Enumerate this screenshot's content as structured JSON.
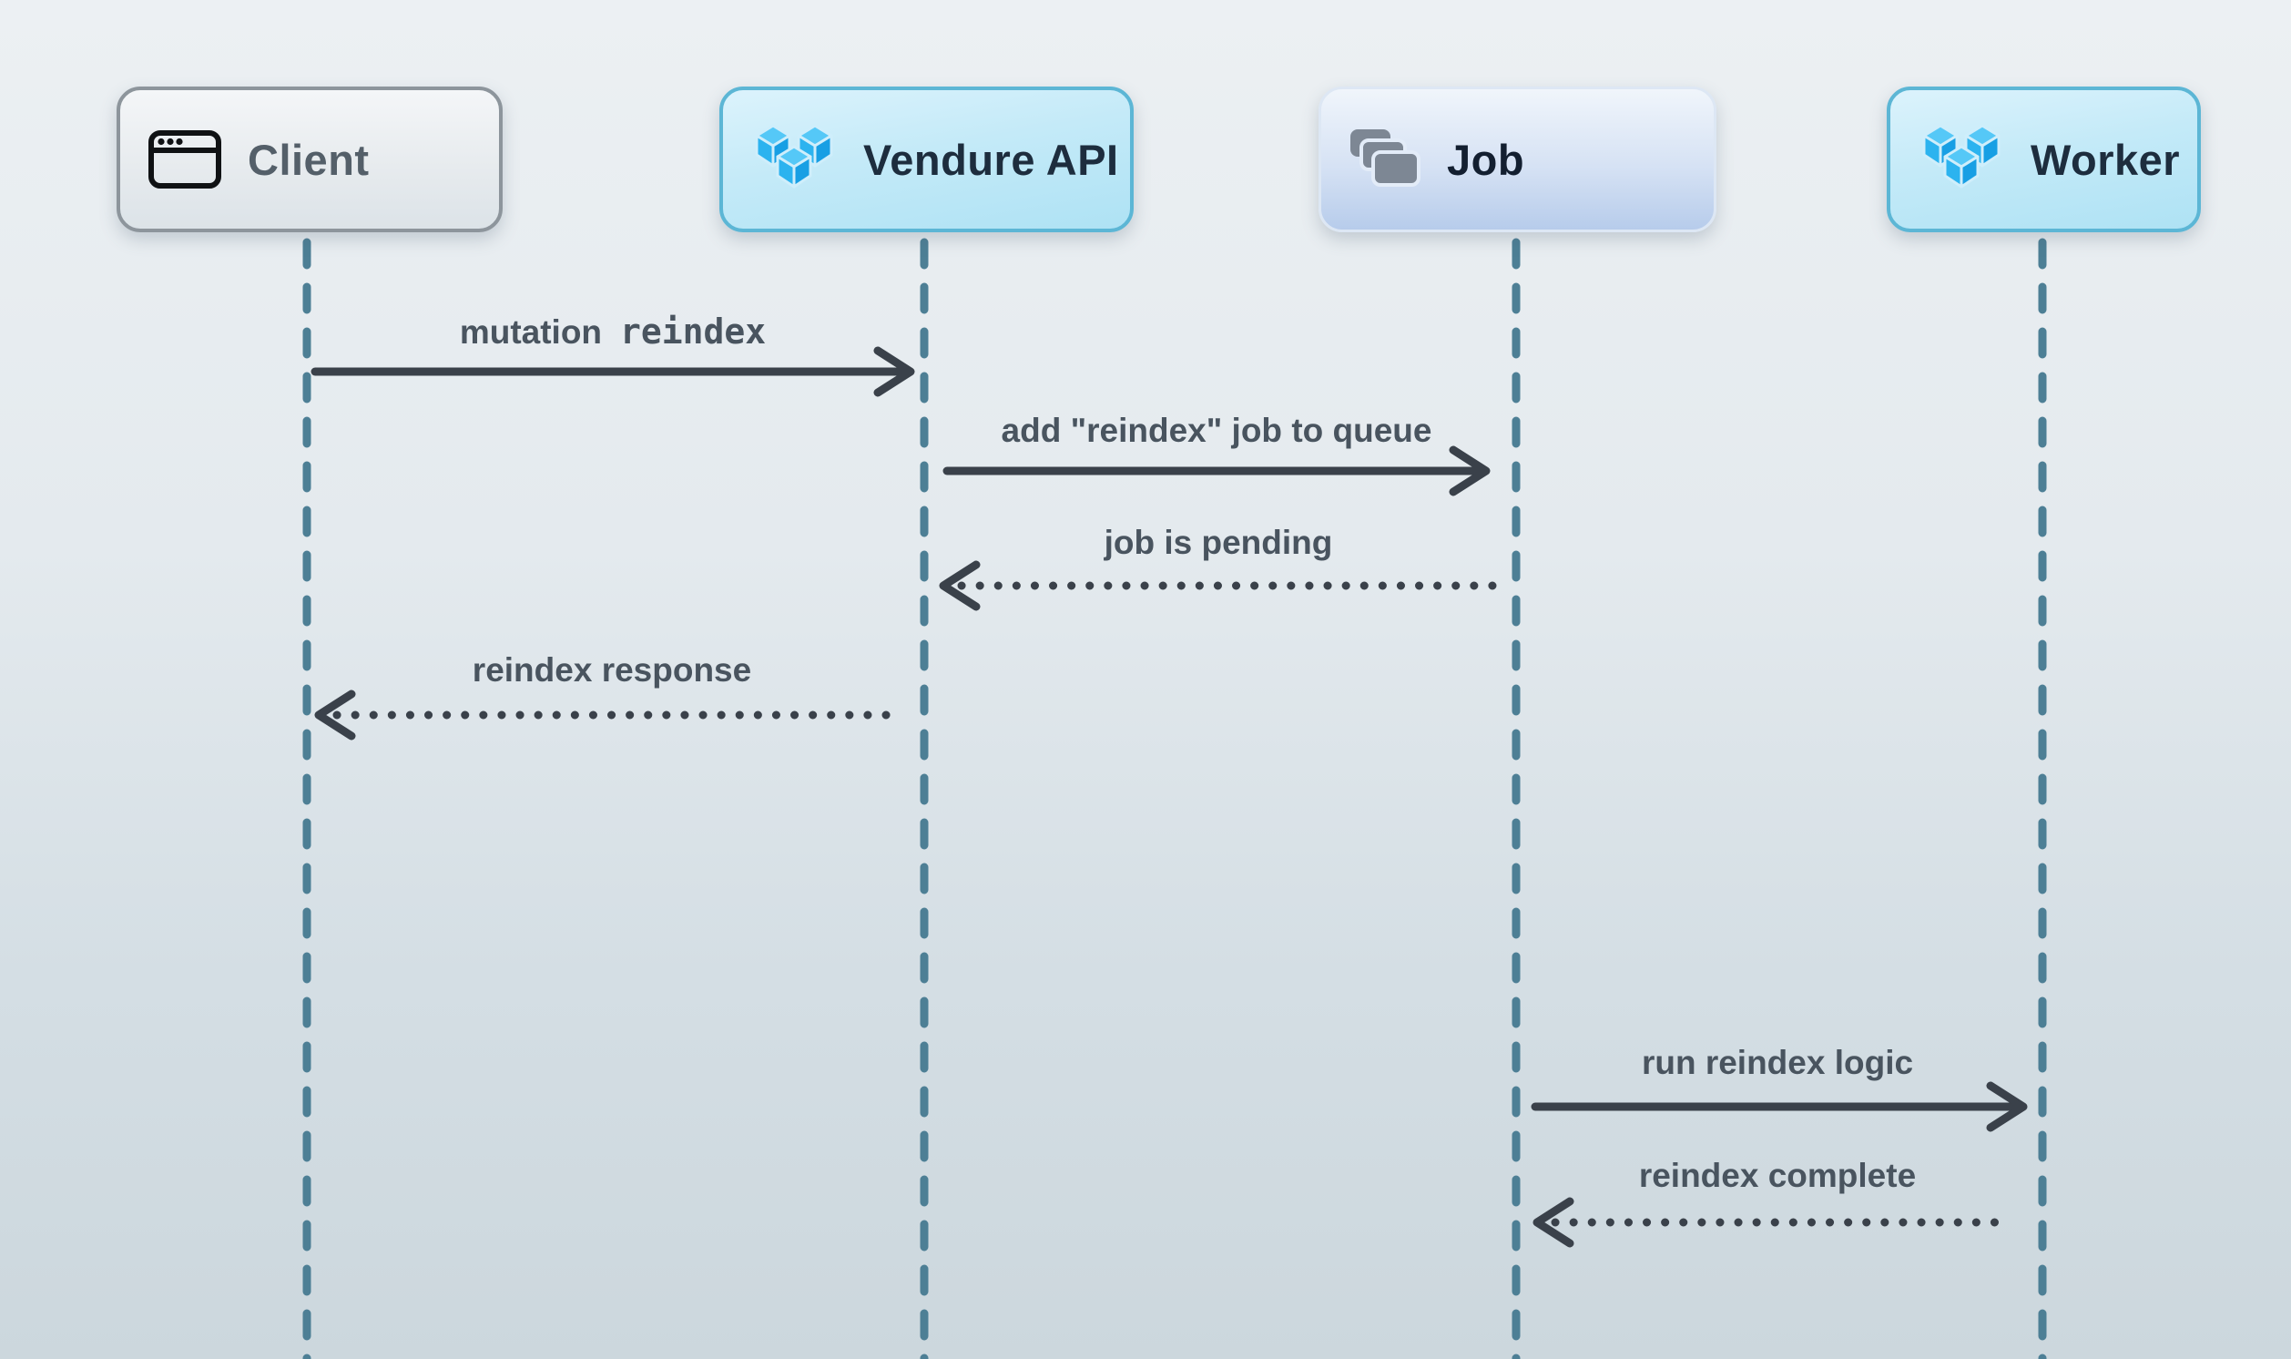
{
  "diagram_type": "sequence-diagram",
  "actors": [
    {
      "id": "client",
      "label": "Client",
      "icon": "browser-window-icon",
      "style": "gray"
    },
    {
      "id": "vendure",
      "label": "Vendure API",
      "icon": "vendure-cubes-icon",
      "style": "cyan"
    },
    {
      "id": "job",
      "label": "Job",
      "icon": "stacked-cards-icon",
      "style": "blue"
    },
    {
      "id": "worker",
      "label": "Worker",
      "icon": "vendure-cubes-icon",
      "style": "cyan"
    }
  ],
  "messages": [
    {
      "from": "Client",
      "to": "Vendure API",
      "text": "mutation",
      "code": "reindex",
      "line": "solid",
      "direction": "right"
    },
    {
      "from": "Vendure API",
      "to": "Job",
      "text": "add \"reindex\" job to queue",
      "line": "solid",
      "direction": "right"
    },
    {
      "from": "Job",
      "to": "Vendure API",
      "text": "job is pending",
      "line": "dotted",
      "direction": "left"
    },
    {
      "from": "Vendure API",
      "to": "Client",
      "text": "reindex response",
      "line": "dotted",
      "direction": "left"
    },
    {
      "from": "Job",
      "to": "Worker",
      "text": "run reindex logic",
      "line": "solid",
      "direction": "right"
    },
    {
      "from": "Worker",
      "to": "Job",
      "text": "reindex complete",
      "line": "dotted",
      "direction": "left"
    }
  ],
  "colors": {
    "background_top": "#ecf0f3",
    "background_bottom": "#ccd7dd",
    "lifeline": "#4d7f95",
    "arrow": "#3a414a",
    "message_text": "#49545f",
    "actor_label_dark": "#1d2d3e",
    "actor_label_gray": "#545f69",
    "vendure_blue": "#2cb3ef",
    "job_icon_gray": "#7d8794"
  }
}
